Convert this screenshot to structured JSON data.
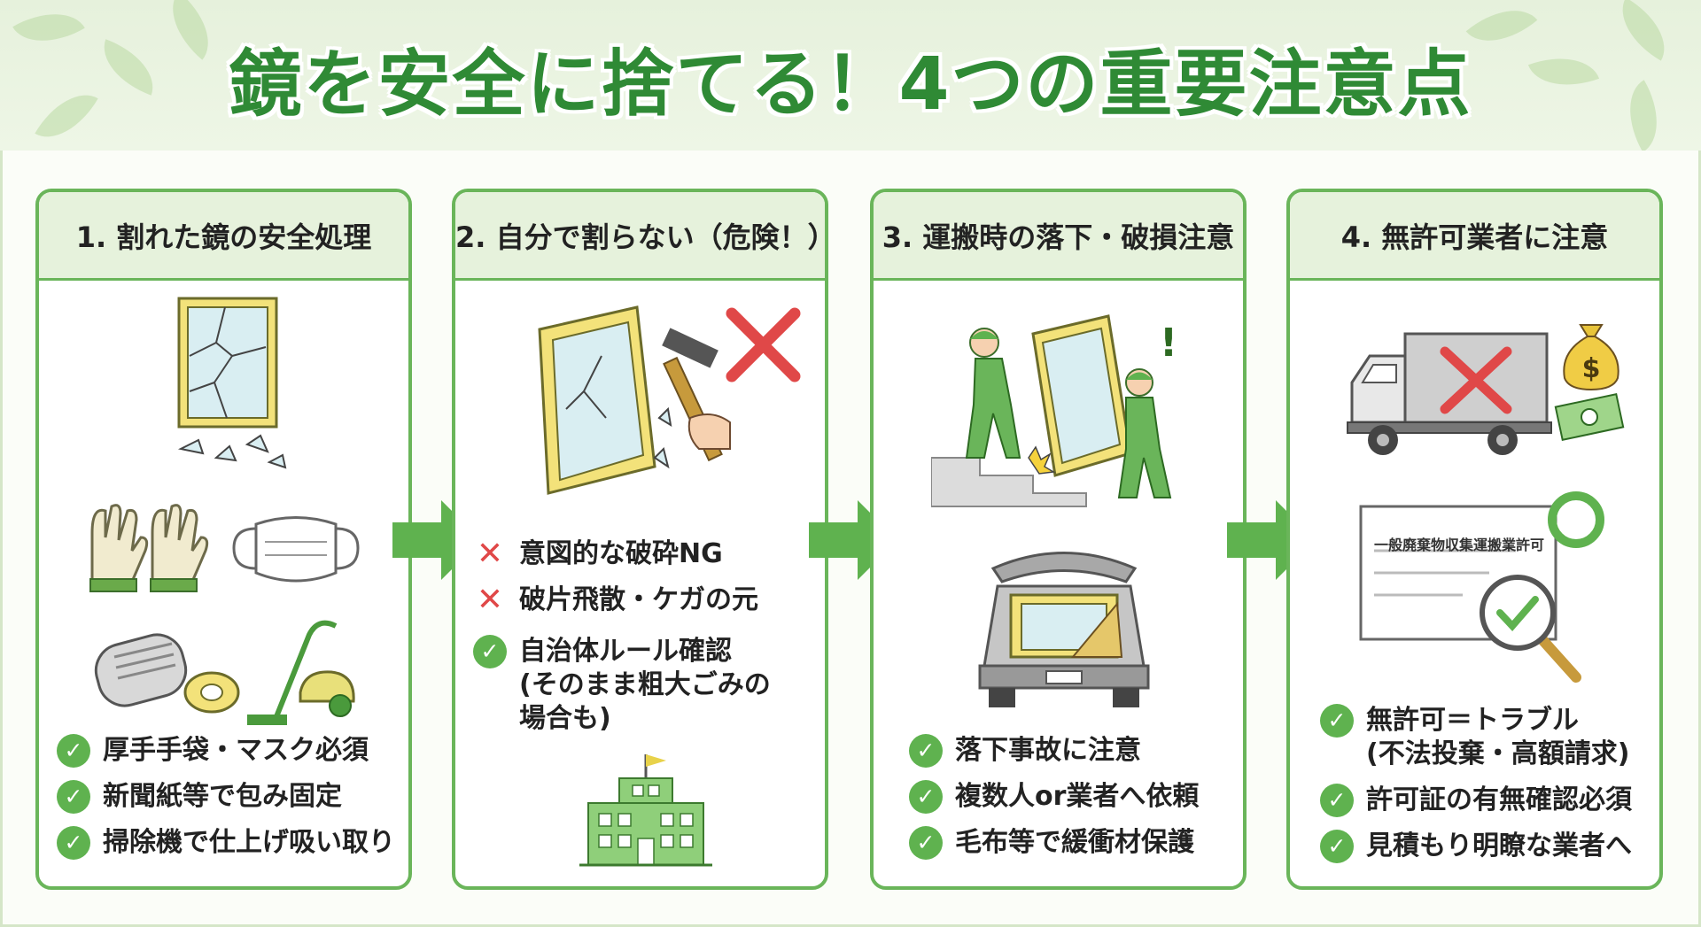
{
  "title": "鏡を安全に捨てる！4つの重要注意点",
  "colors": {
    "accent": "#5fb24f",
    "border": "#6ab55a",
    "header_bg": "#e6f2dc",
    "ng": "#e04848",
    "frame": "#d9c64a"
  },
  "steps": [
    {
      "heading": "1. 割れた鏡の安全処理",
      "icons": [
        "broken-mirror-icon",
        "gloves-icon",
        "mask-icon",
        "newspaper-icon",
        "tape-icon",
        "vacuum-icon"
      ],
      "items": [
        {
          "mark": "check",
          "text": "厚手手袋・マスク必須"
        },
        {
          "mark": "check",
          "text": "新聞紙等で包み固定"
        },
        {
          "mark": "check",
          "text": "掃除機で仕上げ吸い取り"
        }
      ]
    },
    {
      "heading": "2. 自分で割らない（危険！）",
      "icons": [
        "hammer-mirror-icon",
        "red-x-icon",
        "city-hall-icon"
      ],
      "items": [
        {
          "mark": "x",
          "text": "意図的な破砕NG"
        },
        {
          "mark": "x",
          "text": "破片飛散・ケガの元"
        },
        {
          "mark": "check",
          "text": "自治体ルール確認",
          "sub": "(そのまま粗大ごみの",
          "sub2": "場合も)"
        }
      ]
    },
    {
      "heading": "3. 運搬時の落下・破損注意",
      "icons": [
        "carrying-mirror-stairs-icon",
        "car-trunk-icon"
      ],
      "items": [
        {
          "mark": "check",
          "text": "落下事故に注意"
        },
        {
          "mark": "check",
          "text": "複数人or業者へ依頼"
        },
        {
          "mark": "check",
          "text": "毛布等で緩衝材保護"
        }
      ]
    },
    {
      "heading": "4. 無許可業者に注意",
      "icons": [
        "truck-icon",
        "money-bag-icon",
        "banknote-icon",
        "license-document-icon",
        "magnifier-check-icon"
      ],
      "permit_text": "一般廃棄物収集運搬業許可",
      "items": [
        {
          "mark": "check",
          "text": "無許可＝トラブル",
          "sub": "(不法投棄・高額請求)"
        },
        {
          "mark": "check",
          "text": "許可証の有無確認必須"
        },
        {
          "mark": "check",
          "text": "見積もり明瞭な業者へ"
        }
      ]
    }
  ],
  "marks": {
    "check": "✓",
    "x": "✕"
  }
}
